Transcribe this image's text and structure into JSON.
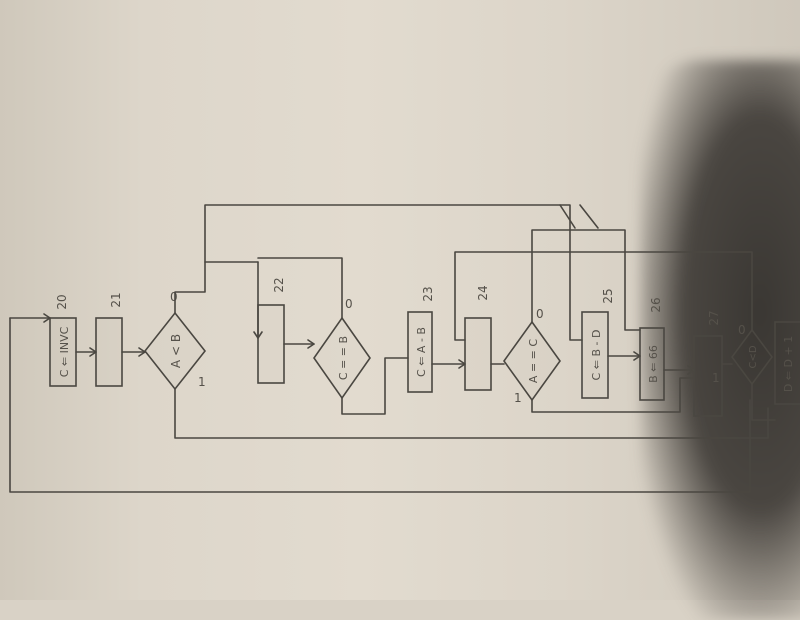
{
  "diagram": {
    "blocks": [
      {
        "id": "c-inv",
        "label": "C ⇐ INVC",
        "number": "20"
      },
      {
        "id": "blank-21",
        "label": "",
        "number": "21"
      },
      {
        "id": "a-lt-b",
        "label": "A < B",
        "number": "",
        "yes": "1",
        "no": "0"
      },
      {
        "id": "blank-22",
        "label": "",
        "number": "22"
      },
      {
        "id": "c-eq-b",
        "label": "C = = B",
        "no": "0"
      },
      {
        "id": "c-a-minus-b",
        "label": "C ⇐ A - B",
        "number": "23"
      },
      {
        "id": "blank-24",
        "label": "",
        "number": "24"
      },
      {
        "id": "a-eq-c",
        "label": "A = = C",
        "yes": "1",
        "no": "0"
      },
      {
        "id": "c-b-minus-d",
        "label": "C ⇐ B - D",
        "number": "25"
      },
      {
        "id": "b-66",
        "label": "B ⇐ 66",
        "number": "26"
      },
      {
        "id": "blank-27",
        "label": "",
        "number": "27"
      },
      {
        "id": "c-lt-d",
        "label": "C<D",
        "yes": "1",
        "no": "0"
      },
      {
        "id": "d-inc",
        "label": "D ⇐ D + 1"
      }
    ]
  }
}
